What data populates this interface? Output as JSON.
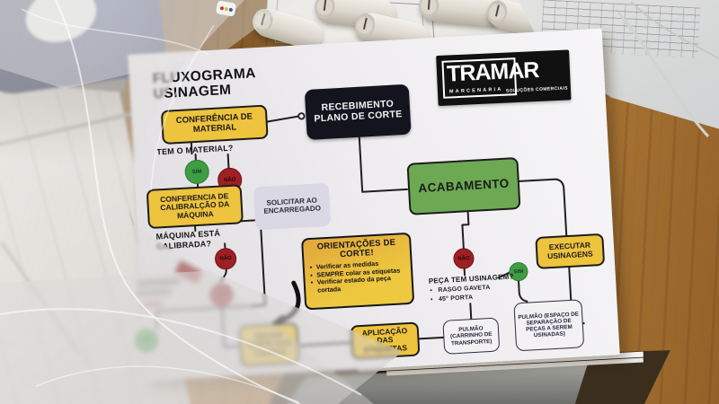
{
  "branches": {
    "sim": "SIM",
    "nao": "NÃO"
  },
  "poster": {
    "title_line1": "FLUXOGRAMA",
    "title_line2": "USINAGEM",
    "logo": {
      "name": "TRAMAR",
      "tagline_left": "MARCENARIA",
      "tagline_right": "SOLUÇÕES COMERCIAIS"
    },
    "nodes": {
      "conferencia_material": "CONFERÊNCIA DE MATERIAL",
      "recebimento": "RECEBIMENTO PLANO DE CORTE",
      "conferencia_calibracao": "CONFERENCIA DE CALIBRALÇÃO DA MÁQUINA",
      "solicitar": "SOLICITAR AO ENCARREGADO",
      "acabamento": "ACABAMENTO",
      "executar": "EXECUTAR USINAGENS",
      "iniciar": "INICIAR CORTE DAS CHAPAS",
      "aplicacao": "APLICAÇÃO DAS ETIQUETAS",
      "pulmao_carrinho": "PULMÃO (CARRINHO DE TRANSPORTE)",
      "pulmao_espaco": "PULMÃO (ESPAÇO DE SEPARAÇÃO DE PEÇAS A SEREM USINADAS)"
    },
    "questions": {
      "material": "TEM O MATERIAL?",
      "calibrada": "MÁQUINA ESTÁ CALIBRADA?",
      "usinagem": "PEÇA TEM USINAGEM?"
    },
    "usinagem_items": [
      "RASGO GAVETA",
      "45° PORTA"
    ],
    "orientacoes": {
      "title": "ORIENTAÇÕES DE CORTE!",
      "items": [
        "Verificar as medidas",
        "SEMPRE colar as etiquetas",
        "Verificar estado da peça cortada"
      ]
    }
  },
  "colors": {
    "yellow_node": "#eec33d",
    "green_node": "#6da952",
    "sim_green": "#3f9d44",
    "nao_red": "#9d2025",
    "black_node": "#14141e",
    "lavender_node": "#d9d8e4",
    "paper": "#efedf0",
    "wood": "#a87636"
  }
}
